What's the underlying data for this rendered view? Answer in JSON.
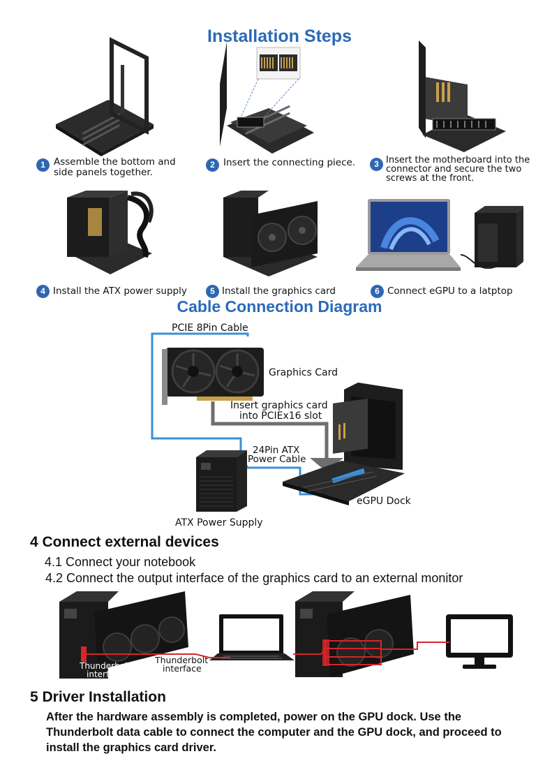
{
  "installation": {
    "title": "Installation Steps",
    "steps": [
      {
        "num": "1",
        "text": "Assemble the bottom and side panels together."
      },
      {
        "num": "2",
        "text": "Insert the connecting piece."
      },
      {
        "num": "3",
        "text": "Insert the motherboard into the connector and secure the two screws at the front."
      },
      {
        "num": "4",
        "text": "Install the ATX power supply"
      },
      {
        "num": "5",
        "text": "Install the graphics card"
      },
      {
        "num": "6",
        "text": "Connect eGPU to a latptop"
      }
    ]
  },
  "diagram": {
    "title": "Cable Connection Diagram",
    "labels": {
      "pcie_cable": "PCIE 8Pin Cable",
      "graphics_card": "Graphics Card",
      "insert_slot_line1": "Insert graphics card",
      "insert_slot_line2": "into PCIEx16 slot",
      "atx_cable_line1": "24Pin ATX",
      "atx_cable_line2": "Power Cable",
      "egpu_dock": "eGPU Dock",
      "atx_power_supply": "ATX Power Supply"
    },
    "colors": {
      "cable_blue": "#3a8fd9",
      "cable_gray": "#6e6e6e"
    }
  },
  "section4": {
    "heading": "4 Connect external devices",
    "items": [
      "4.1 Connect your notebook",
      "4.2 Connect the output interface of the graphics card to an external monitor"
    ],
    "labels": {
      "thunderbolt_left_line1": "Thunderbolt",
      "thunderbolt_left_line2": "interface",
      "thunderbolt_mid_line1": "Thunderbolt",
      "thunderbolt_mid_line2": "interface"
    },
    "colors": {
      "cable_red": "#d8242a"
    }
  },
  "section5": {
    "heading": "5 Driver Installation",
    "lines": [
      "After the hardware assembly is completed, power on the GPU dock. Use the",
      "Thunderbolt data cable to connect the computer and the GPU dock, and proceed to",
      "install the graphics card driver."
    ]
  }
}
